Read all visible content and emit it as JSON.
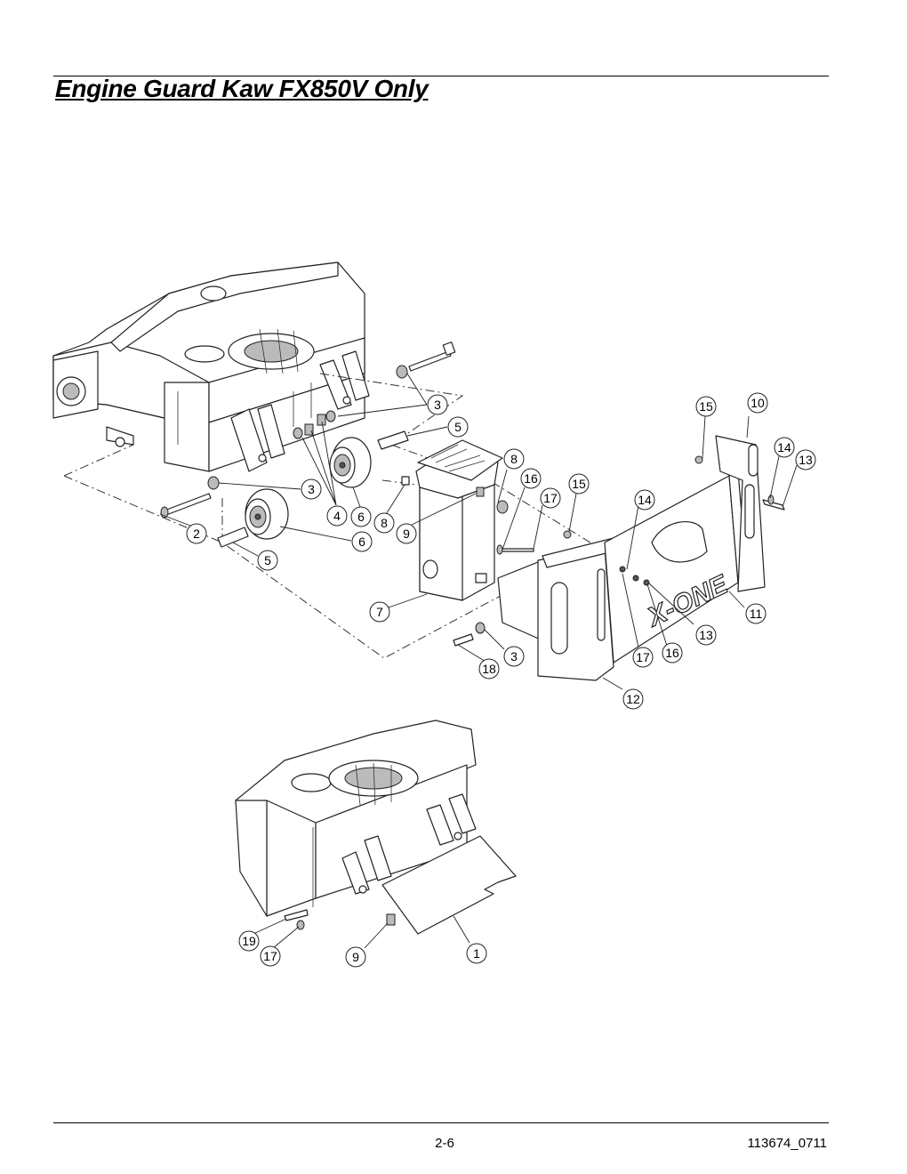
{
  "page": {
    "title": "Engine Guard Kaw FX850V Only",
    "page_number": "2-6",
    "doc_number": "113674_0711"
  },
  "callouts": {
    "upper": [
      "3",
      "5",
      "3",
      "4",
      "6",
      "2",
      "5",
      "6",
      "8",
      "9",
      "7",
      "8",
      "16",
      "17",
      "15",
      "18",
      "3",
      "15",
      "10",
      "14",
      "13",
      "14",
      "11",
      "13",
      "16",
      "17",
      "12"
    ],
    "lower": [
      "19",
      "17",
      "9",
      "1"
    ]
  },
  "decal_text": "X-ONE"
}
